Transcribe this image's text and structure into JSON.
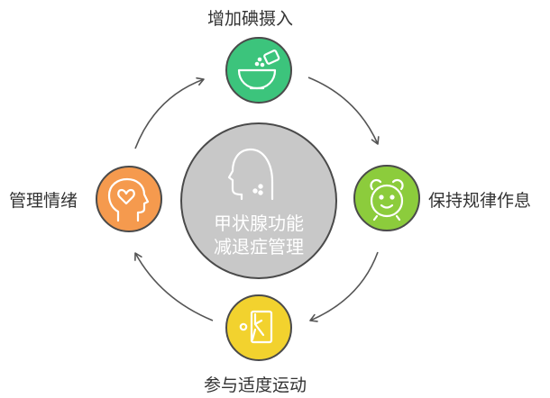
{
  "diagram": {
    "center": {
      "line1": "甲状腺功能",
      "line2": "减退症管理"
    },
    "nodes": [
      {
        "label": "增加碘摄入",
        "icon": "bowl-salt-icon",
        "color": "#3cc47c"
      },
      {
        "label": "保持规律作息",
        "icon": "alarm-clock-icon",
        "color": "#8ccc3c"
      },
      {
        "label": "参与适度运动",
        "icon": "yoga-exercise-icon",
        "color": "#f2d22e"
      },
      {
        "label": "管理情绪",
        "icon": "head-heart-icon",
        "color": "#f59a4e"
      }
    ],
    "center_icon": "head-throat-icon",
    "center_color": "#c8c8c8"
  }
}
